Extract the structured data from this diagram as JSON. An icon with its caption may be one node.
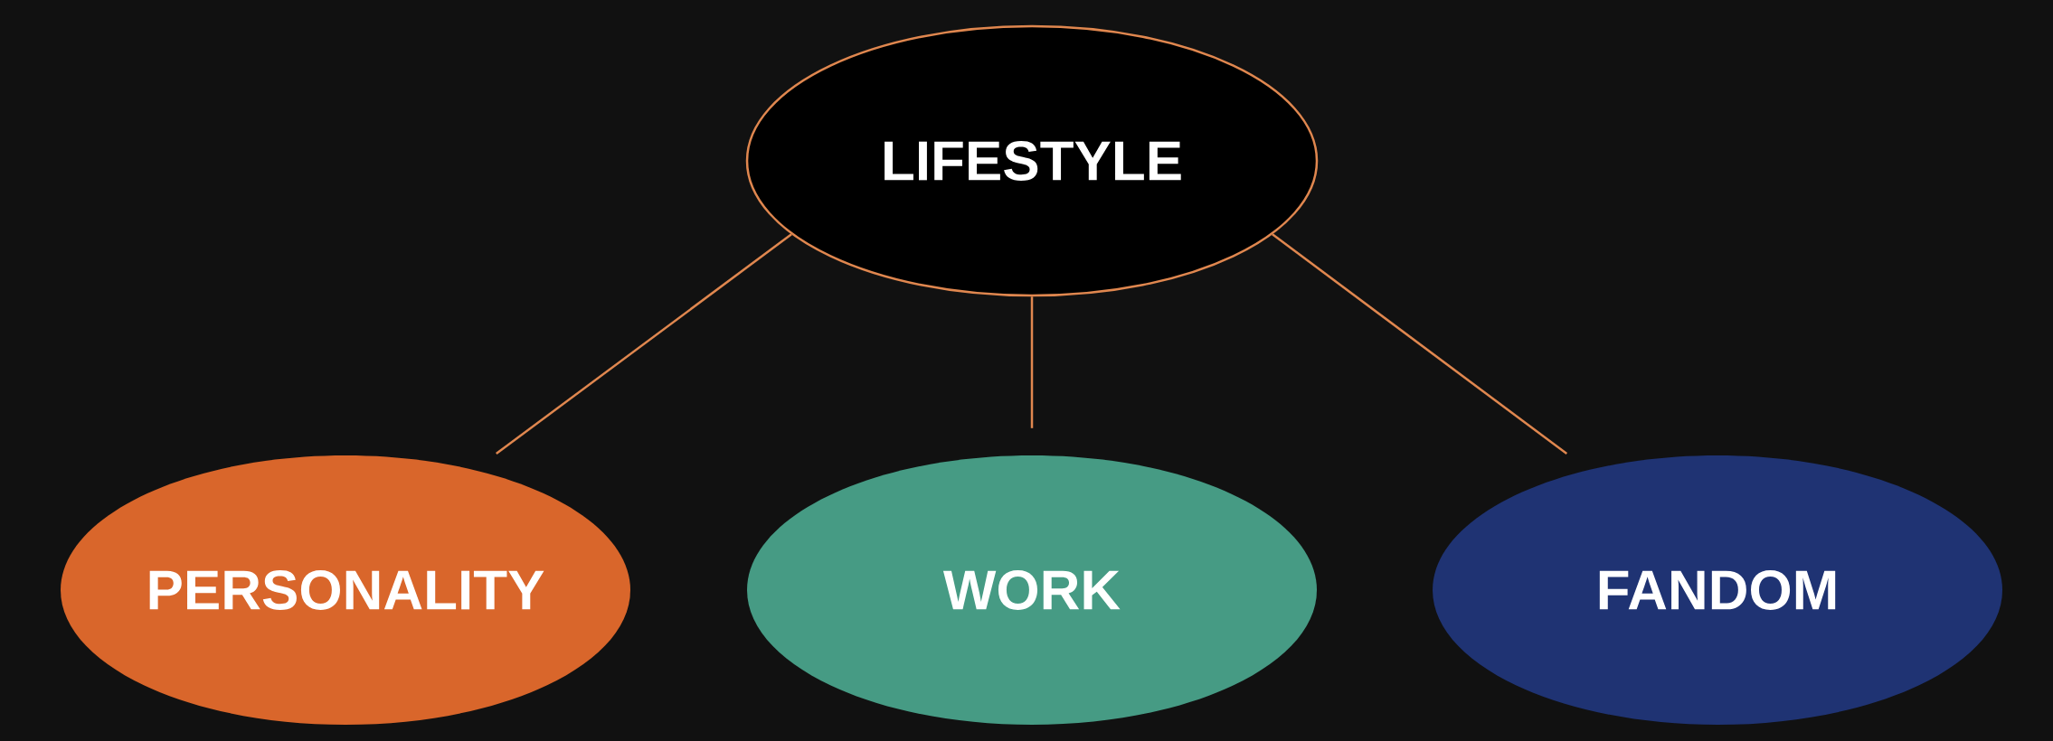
{
  "diagram": {
    "nodes": [
      {
        "text": [
          "LIFESTYLE"
        ]
      },
      {
        "text": [
          "PERSONALITY"
        ]
      },
      {
        "text": [
          "WORK"
        ]
      },
      {
        "text": [
          "FANDOM"
        ]
      }
    ],
    "edges": [
      {
        "from": 0,
        "to": 1,
        "arrow": "none"
      },
      {
        "from": 0,
        "to": 2,
        "arrow": "none"
      },
      {
        "from": 0,
        "to": 3,
        "arrow": "none"
      }
    ]
  }
}
